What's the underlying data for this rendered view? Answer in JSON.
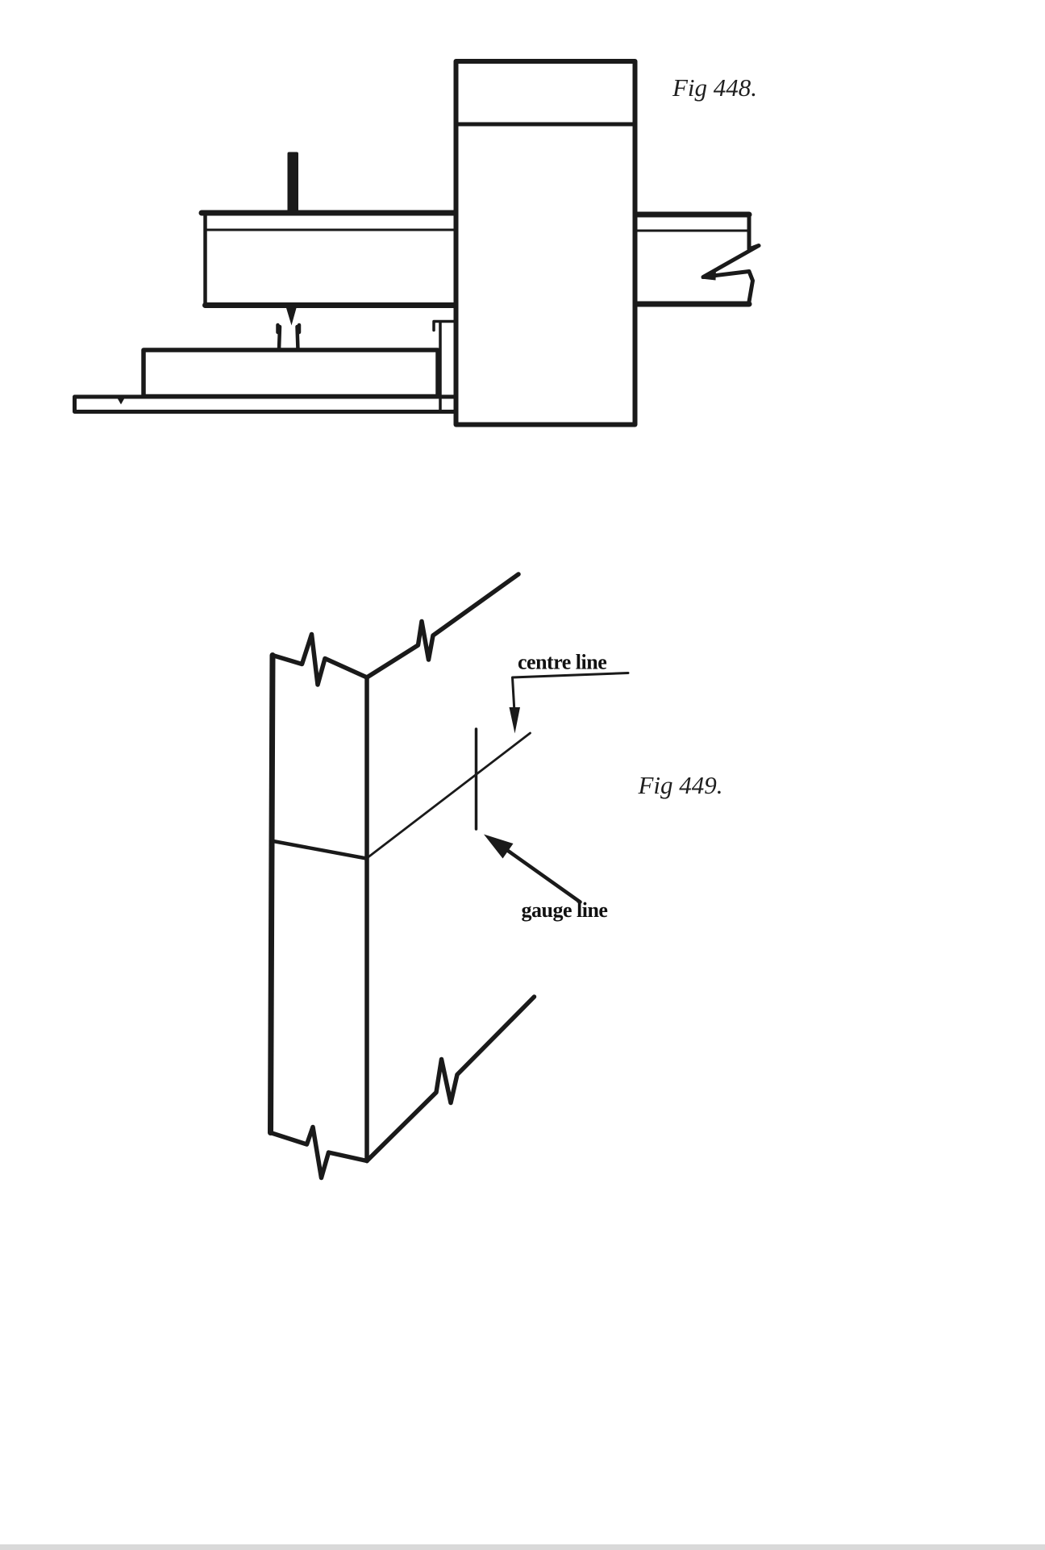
{
  "page": {
    "background": "#ffffff",
    "ink_color": "#1a1a1a"
  },
  "fig448": {
    "caption": "Fig 448."
  },
  "fig449": {
    "caption": "Fig 449.",
    "centre_line_label": "centre line",
    "gauge_line_label": "gauge line"
  }
}
